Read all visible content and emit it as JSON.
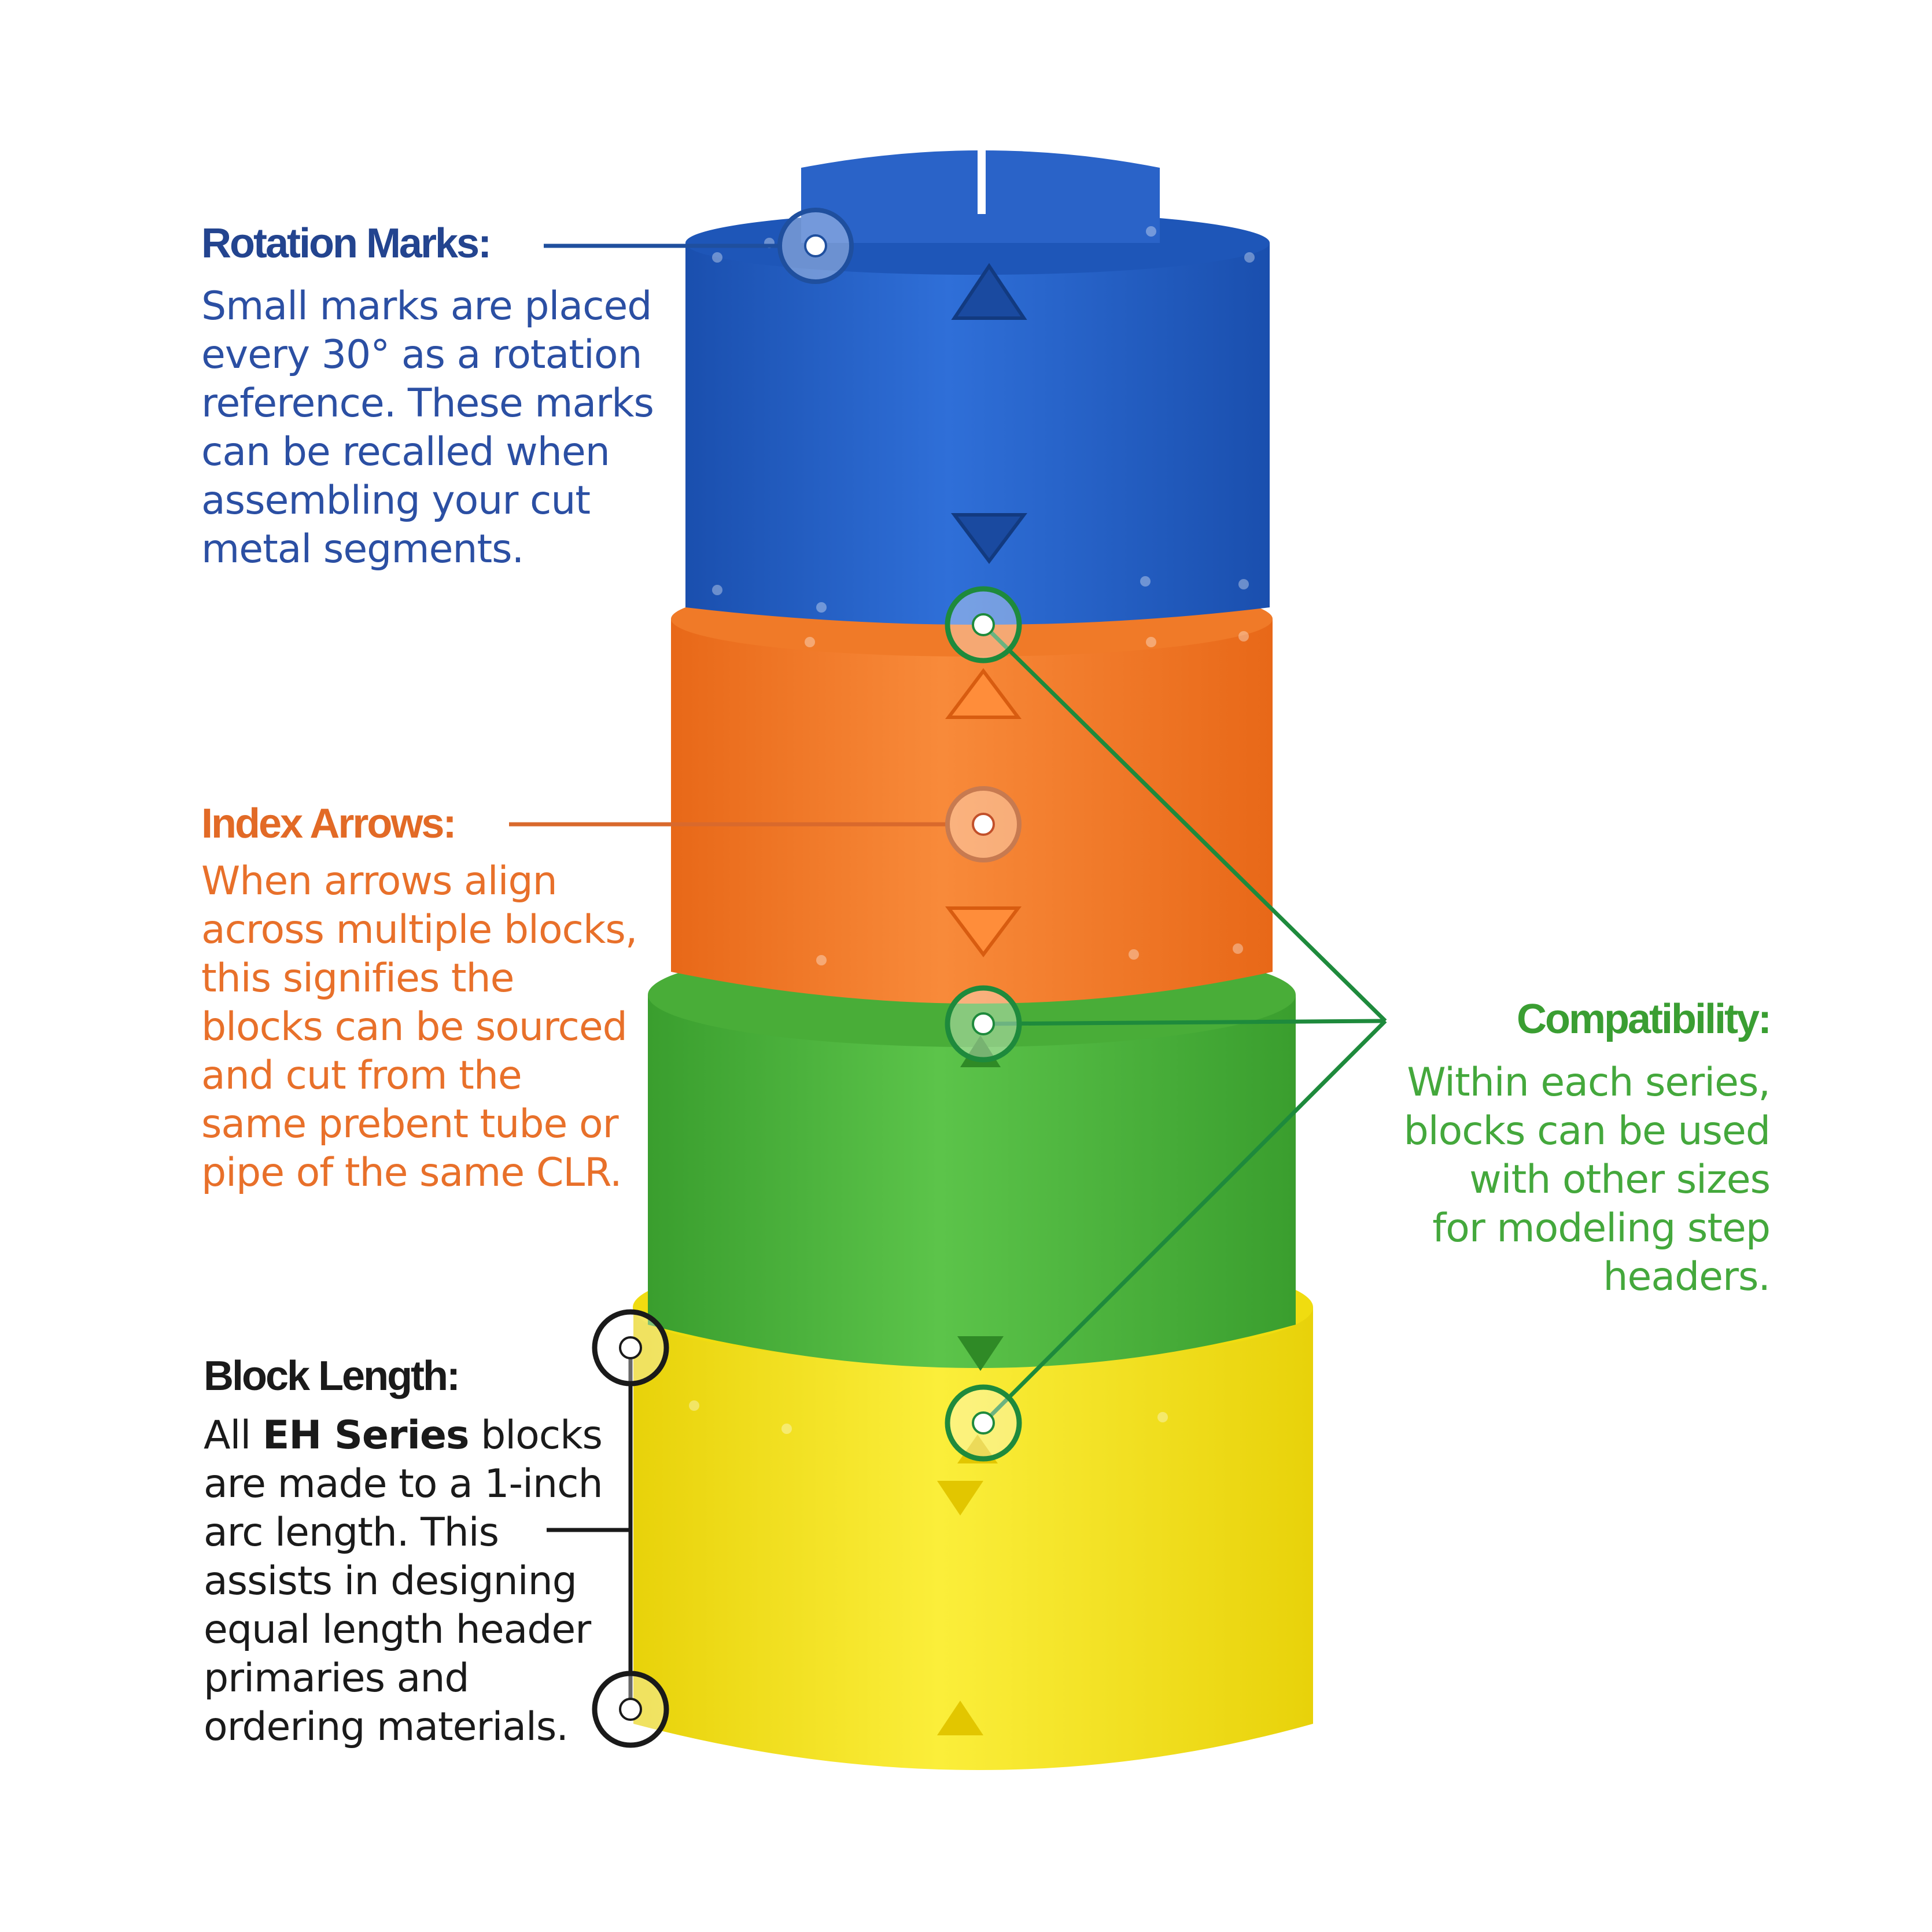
{
  "colors": {
    "blue": "#2b4fa3",
    "orange": "#e8702a",
    "green": "#3aa03a",
    "black": "#1a1a1a",
    "block_blue": "#1f5fc4",
    "block_orange": "#f47a23",
    "block_green": "#4cb63c",
    "block_yellow": "#f5e41a"
  },
  "rotation": {
    "heading": "Rotation Marks:",
    "lines": [
      "Small marks are placed",
      "every 30° as a rotation",
      "reference.  These marks",
      "can be recalled when",
      "assembling your cut",
      "metal segments."
    ]
  },
  "index": {
    "heading": "Index Arrows:",
    "lines": [
      "When arrows align",
      "across multiple blocks,",
      "this signifies the",
      "blocks can be sourced",
      "and cut  from the",
      "same prebent tube or",
      "pipe of the same CLR."
    ]
  },
  "compat": {
    "heading": "Compatibility:",
    "lines": [
      "Within each series,",
      "blocks can be used",
      "with other sizes",
      "for modeling step",
      "headers."
    ]
  },
  "block_length": {
    "heading": "Block Length:",
    "line1_pre": "All ",
    "line1_bold": "EH Series",
    "line1_post": " blocks",
    "lines": [
      "are made to a 1-inch",
      "arc length. This",
      "assists in designing",
      "equal length header",
      "primaries and",
      "ordering materials."
    ]
  }
}
